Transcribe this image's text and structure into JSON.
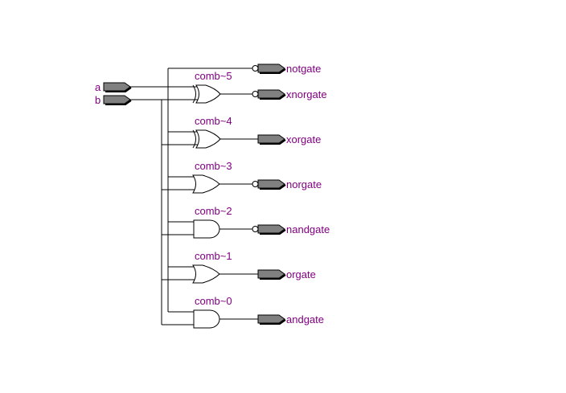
{
  "title": "",
  "colors": {
    "label": "#800080",
    "wire": "#000000",
    "port_fill": "#808080",
    "background": "#ffffff"
  },
  "inputs": [
    {
      "name": "a"
    },
    {
      "name": "b"
    }
  ],
  "gates": [
    {
      "label": "comb~5",
      "type": "xnor",
      "output": "xnorgate",
      "icon": "xnor-gate-icon"
    },
    {
      "label": "comb~4",
      "type": "xor",
      "output": "xorgate",
      "icon": "xor-gate-icon"
    },
    {
      "label": "comb~3",
      "type": "nor",
      "output": "norgate",
      "icon": "nor-gate-icon"
    },
    {
      "label": "comb~2",
      "type": "nand",
      "output": "nandgate",
      "icon": "nand-gate-icon"
    },
    {
      "label": "comb~1",
      "type": "or",
      "output": "orgate",
      "icon": "or-gate-icon"
    },
    {
      "label": "comb~0",
      "type": "and",
      "output": "andgate",
      "icon": "and-gate-icon"
    }
  ],
  "not_output": {
    "output": "notgate",
    "source": "a"
  }
}
